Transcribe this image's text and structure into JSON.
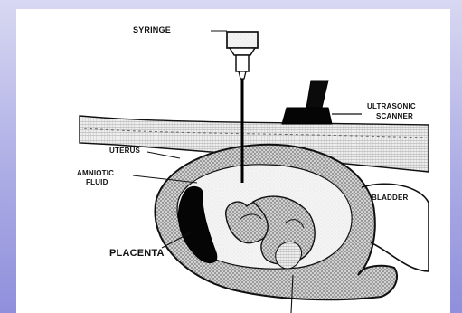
{
  "labels": {
    "syringe": "SYRINGE",
    "ultrasonic_1": "ULTRASONIC",
    "ultrasonic_2": "SCANNER",
    "uterus": "UTERUS",
    "amniotic_1": "AMNIOTIC",
    "amniotic_2": "FLUID",
    "bladder": "BLADDER",
    "placenta": "PLACENTA"
  },
  "colors": {
    "slide_gradient_top": "#d8d8f2",
    "slide_gradient_bottom": "#8f8fdc",
    "panel": "#ffffff",
    "ink": "#111111"
  }
}
